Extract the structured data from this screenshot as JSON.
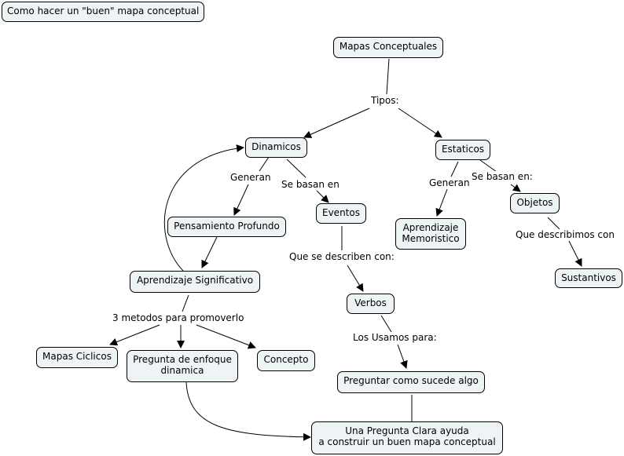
{
  "map": {
    "title_box": "Como hacer un \"buen\" mapa conceptual",
    "nodes": {
      "mapas": "Mapas Conceptuales",
      "dinamicos": "Dinamicos",
      "estaticos": "Estaticos",
      "pensamiento": "Pensamiento Profundo",
      "eventos": "Eventos",
      "memoristico_1": "Aprendizaje",
      "memoristico_2": "Memoristico",
      "objetos": "Objetos",
      "significativo": "Aprendizaje Significativo",
      "sustantivos": "Sustantivos",
      "verbos": "Verbos",
      "ciclicos": "Mapas Ciclicos",
      "pregunta_1": "Pregunta de enfoque",
      "pregunta_2": "dinamica",
      "concepto": "Concepto",
      "preguntar": "Preguntar como sucede algo",
      "clara_1": "Una Pregunta Clara ayuda",
      "clara_2": "a construir un buen mapa conceptual"
    },
    "links": {
      "tipos": "Tipos:",
      "generan_din": "Generan",
      "se_basan_en": "Se basan en",
      "generan_est": "Generan",
      "se_basan_en_est": "Se basan en:",
      "que_describimos": "Que describimos con",
      "que_se_describen": "Que se describen con:",
      "tres_metodos": "3 metodos para promoverlo",
      "los_usamos": "Los Usamos para:"
    }
  }
}
